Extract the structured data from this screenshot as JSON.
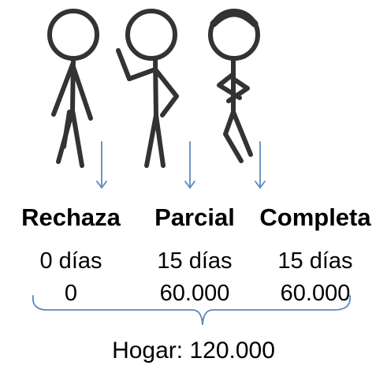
{
  "columns": [
    {
      "name": "Rechaza",
      "days": "0 días",
      "amount": "0"
    },
    {
      "name": "Parcial",
      "days": "15 días",
      "amount": "60.000"
    },
    {
      "name": "Completa",
      "days": "15 días",
      "amount": "60.000"
    }
  ],
  "total": "Hogar: 120.000",
  "colors": {
    "figure": "#333333",
    "arrow": "#5b87c1",
    "brace": "#5b87c1",
    "text": "#000000"
  }
}
